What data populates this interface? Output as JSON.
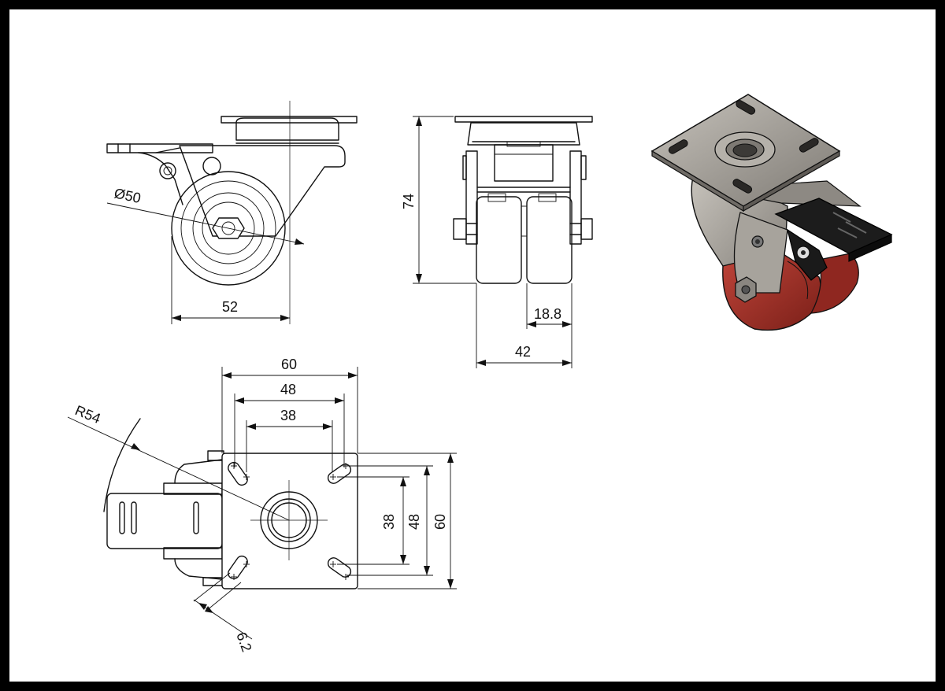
{
  "drawing": {
    "side_view": {
      "wheel_diameter_label": "Ø50",
      "overall_width_label": "52"
    },
    "front_view": {
      "height_label": "74",
      "wheel_width_label": "18.8",
      "overall_width_label": "42"
    },
    "top_view": {
      "plate_width_label": "60",
      "hole_spacing_outer_label": "48",
      "hole_spacing_inner_label": "38",
      "swivel_radius_label": "R54",
      "vertical_inner_label": "38",
      "vertical_outer_label": "48",
      "plate_height_label": "60",
      "slot_width_label": "6.2"
    },
    "render_colors": {
      "metal": "#9a9690",
      "plate": "#aaa6a0",
      "brake_pedal": "#1c1c1c",
      "wheel_tread": "#a8322a",
      "outline": "#111111"
    }
  }
}
